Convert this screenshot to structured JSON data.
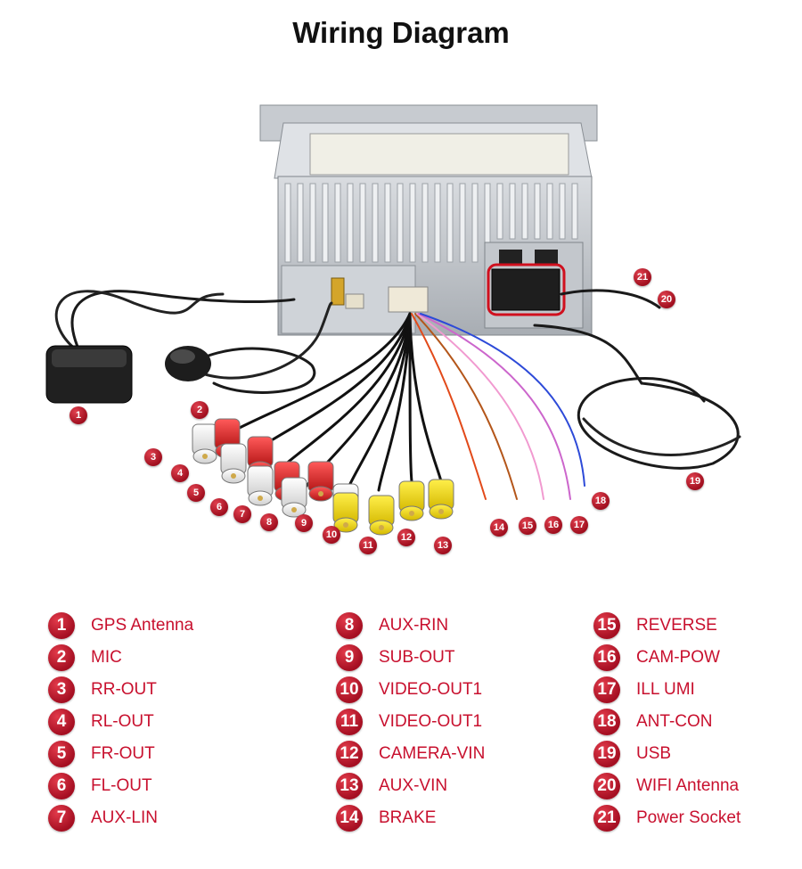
{
  "title": "Wiring Diagram",
  "colors": {
    "accent": "#c8102e"
  },
  "legend": {
    "columns": [
      [
        {
          "num": "1",
          "label": "GPS Antenna"
        },
        {
          "num": "2",
          "label": "MIC"
        },
        {
          "num": "3",
          "label": "RR-OUT"
        },
        {
          "num": "4",
          "label": "RL-OUT"
        },
        {
          "num": "5",
          "label": "FR-OUT"
        },
        {
          "num": "6",
          "label": "FL-OUT"
        },
        {
          "num": "7",
          "label": "AUX-LIN"
        }
      ],
      [
        {
          "num": "8",
          "label": "AUX-RIN"
        },
        {
          "num": "9",
          "label": "SUB-OUT"
        },
        {
          "num": "10",
          "label": "VIDEO-OUT1"
        },
        {
          "num": "11",
          "label": "VIDEO-OUT1"
        },
        {
          "num": "12",
          "label": "CAMERA-VIN"
        },
        {
          "num": "13",
          "label": "AUX-VIN"
        },
        {
          "num": "14",
          "label": "BRAKE"
        }
      ],
      [
        {
          "num": "15",
          "label": "REVERSE"
        },
        {
          "num": "16",
          "label": "CAM-POW"
        },
        {
          "num": "17",
          "label": "ILL UMI"
        },
        {
          "num": "18",
          "label": "ANT-CON"
        },
        {
          "num": "19",
          "label": "USB"
        },
        {
          "num": "20",
          "label": "WIFI Antenna"
        },
        {
          "num": "21",
          "label": "Power Socket"
        }
      ]
    ]
  },
  "callouts": [
    "1",
    "2",
    "3",
    "4",
    "5",
    "6",
    "7",
    "8",
    "9",
    "10",
    "11",
    "12",
    "13",
    "14",
    "15",
    "16",
    "17",
    "18",
    "19",
    "20",
    "21"
  ]
}
